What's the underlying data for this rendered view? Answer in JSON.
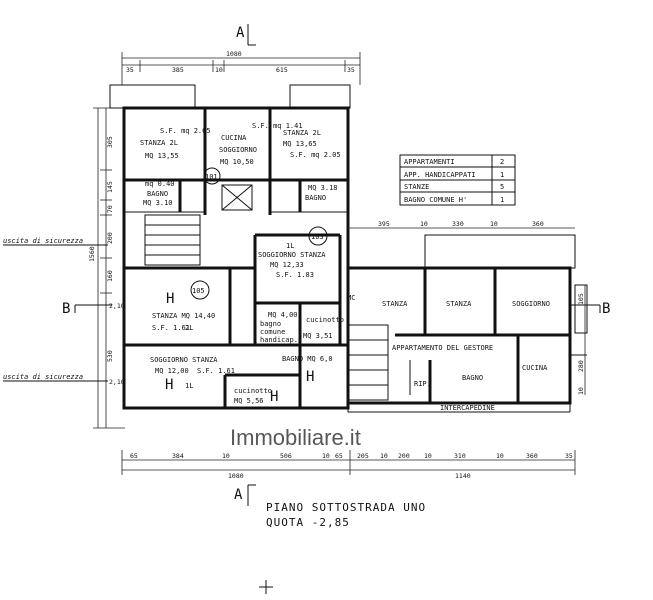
{
  "section_markers": {
    "a_top": "A",
    "a_bottom": "A",
    "b_left": "B",
    "b_right": "B"
  },
  "top_dims": {
    "total": "1080",
    "segments": [
      "35",
      "385",
      "10",
      "615",
      "35"
    ]
  },
  "bottom_dims": {
    "left_segments": [
      "65",
      "384",
      "10",
      "506",
      "10",
      "65"
    ],
    "left_total": "1080",
    "right_segments": [
      "205",
      "10",
      "200",
      "10",
      "310",
      "10",
      "360",
      "35"
    ],
    "right_total": "1140"
  },
  "right_top_dims": [
    "395",
    "10",
    "330",
    "10",
    "360"
  ],
  "left_dims": {
    "segments": [
      "305",
      "145",
      "70",
      "200",
      "160",
      "530"
    ],
    "extra": [
      "2,10",
      "2,10"
    ],
    "total": "1560"
  },
  "right_side_dims": [
    "105",
    "280",
    "10"
  ],
  "exits": {
    "upper": "uscita di sicurezza",
    "lower": "uscita di sicurezza"
  },
  "legend": [
    {
      "label": "APPARTAMENTI",
      "value": "2"
    },
    {
      "label": "APP. HANDICAPPATI",
      "value": "1"
    },
    {
      "label": "STANZE",
      "value": "5"
    },
    {
      "label": "BAGNO COMUNE H'",
      "value": "1"
    }
  ],
  "rooms": {
    "stanza_left": {
      "title": "STANZA 2L",
      "sf": "S.F. mq 2.05",
      "mq": "MQ 13,55"
    },
    "cucina": {
      "title": "CUCINA",
      "sub": "SOGGIORNO",
      "sf": "S.F. mq 1.41",
      "mq": "MQ 10,50"
    },
    "stanza_right": {
      "title": "STANZA 2L",
      "mq": "MQ 13,65",
      "sf": "S.F. mq 2.05"
    },
    "bagno_left": {
      "sf": "mq 0.40",
      "title": "BAGNO",
      "mq": "MQ 3.10"
    },
    "bagno_right": {
      "mq": "MQ 3.18",
      "title": "BAGNO"
    },
    "num_101": "101",
    "soggiorno_103": {
      "num": "103",
      "title": "1L",
      "sub": "SOGGIORNO STANZA",
      "mq": "MQ 12,33",
      "sf": "S.F. 1.83"
    },
    "stanza_105": {
      "num": "105",
      "h": "H",
      "mq": "STANZA MQ 14,40",
      "title": "2L",
      "sf": "S.F. 1.61"
    },
    "bagno_comune": {
      "mq": "MQ 4,00",
      "l1": "bagno",
      "l2": "comune",
      "l3": "handicap."
    },
    "cucinotto_right": {
      "title": "cucinotto",
      "mq": "MQ 3,51"
    },
    "soggiorno_bottom": {
      "title": "SOGGIORNO STANZA",
      "mq": "MQ 12,00",
      "sf": "S.F. 1.61",
      "h": "H",
      "sub": "1L"
    },
    "bagno_bottom": {
      "title": "BAGNO MQ 6,0",
      "h": "H"
    },
    "cucinotto_bottom": {
      "title": "cucinotto",
      "mq": "MQ 5,56",
      "h": "H"
    },
    "mc": "MC",
    "gestore": {
      "stanza1": "STANZA",
      "stanza2": "STANZA",
      "soggiorno": "SOGGIORNO",
      "appartamento": "APPARTAMENTO DEL GESTORE",
      "bagno": "BAGNO",
      "cucina": "CUCINA",
      "rip": "RIP."
    },
    "intercapedine": "INTERCAPEDINE"
  },
  "title": {
    "line1": "PIANO SOTTOSTRADA UNO",
    "line2": "QUOTA -2,85"
  },
  "watermark": "Immobiliare.it"
}
